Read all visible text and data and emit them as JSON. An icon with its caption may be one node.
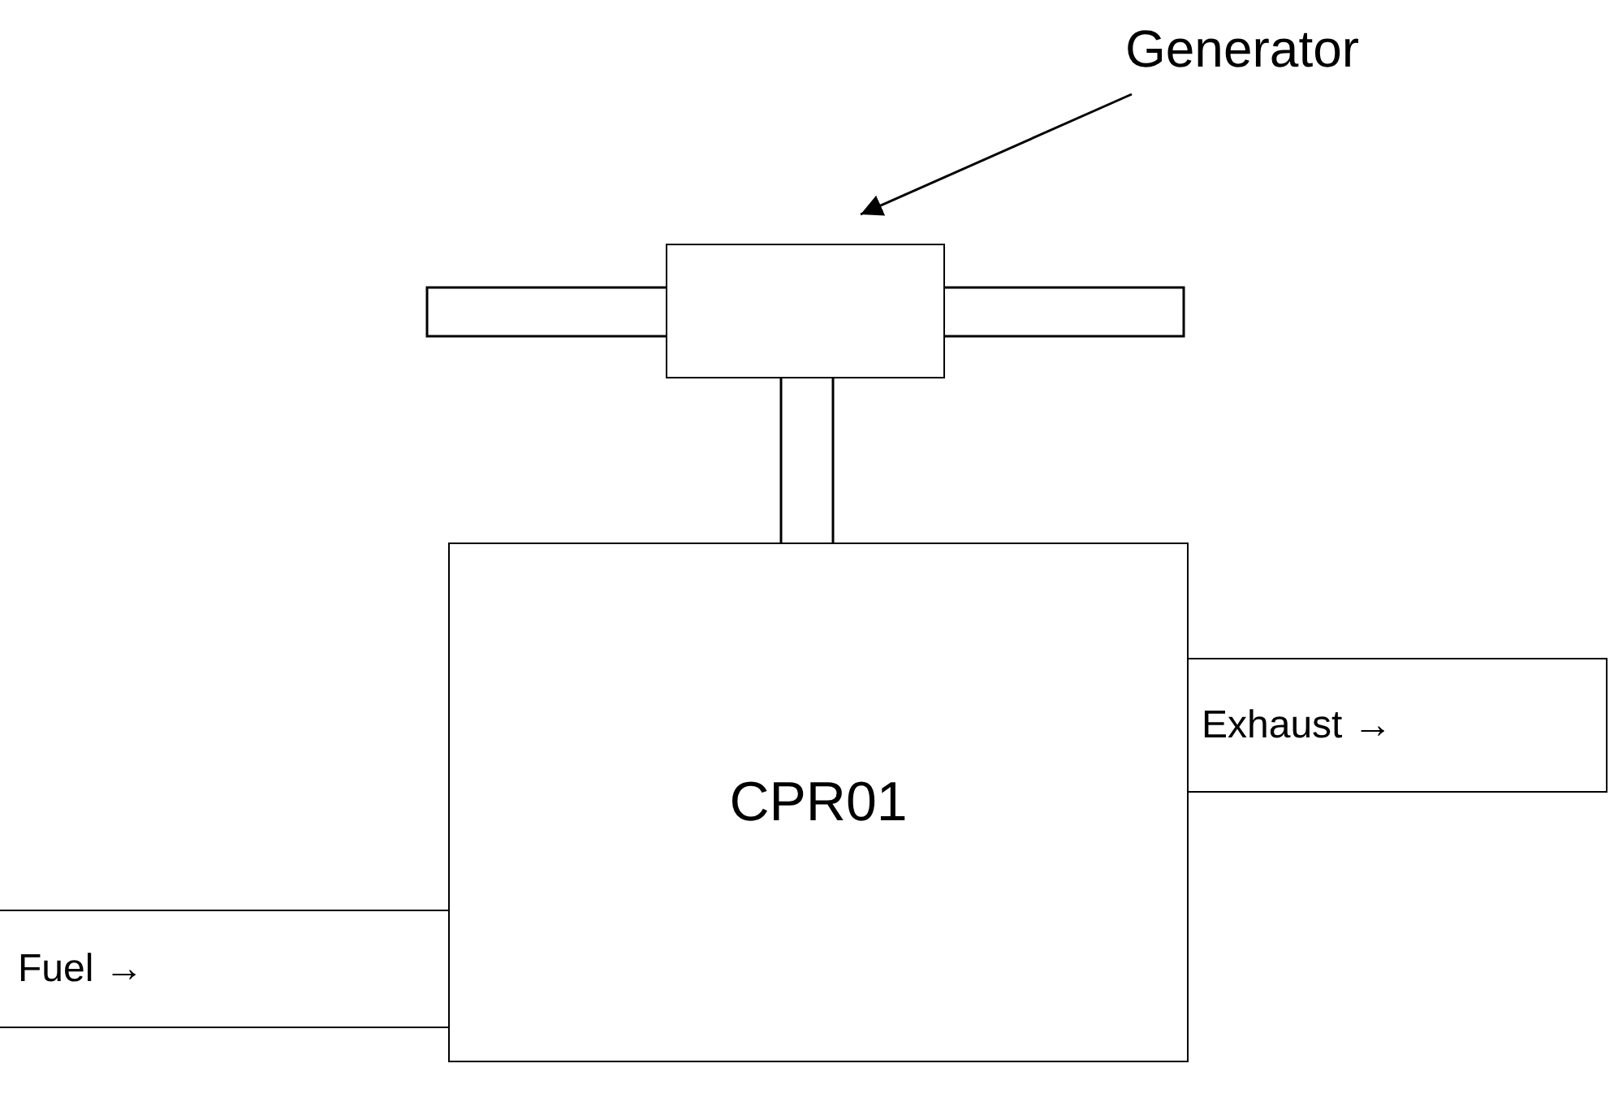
{
  "diagram": {
    "nodes": [
      {
        "text": [
          "Generator"
        ]
      },
      {
        "text": [],
        "shape": "box"
      },
      {
        "text": [
          "CPR01"
        ]
      },
      {
        "text": [
          "Exhaust →"
        ]
      },
      {
        "text": [
          "Fuel →"
        ]
      }
    ],
    "edges": [
      {
        "from": 0,
        "to": 1,
        "arrow": "to"
      }
    ]
  }
}
